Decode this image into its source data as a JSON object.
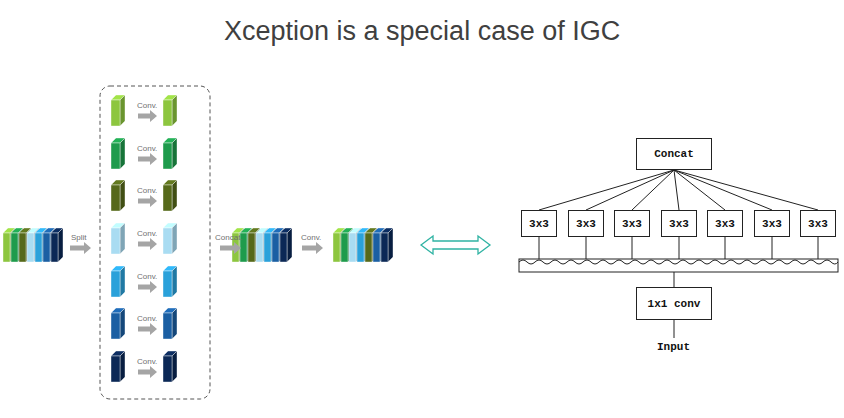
{
  "diagram": {
    "title": "Xception is a special case of IGC",
    "nodes": [
      {
        "text": [
          "Concat"
        ]
      },
      {
        "text": [
          "3x3"
        ]
      },
      {
        "text": [
          "3x3"
        ]
      },
      {
        "text": [
          "3x3"
        ]
      },
      {
        "text": [
          "3x3"
        ]
      },
      {
        "text": [
          "3x3"
        ]
      },
      {
        "text": [
          "3x3"
        ]
      },
      {
        "text": [
          "3x3"
        ]
      },
      {
        "text": [
          "1x1 conv"
        ]
      }
    ],
    "edges": [
      {
        "from": 1,
        "to": 0,
        "arrow": "none"
      },
      {
        "from": 2,
        "to": 0,
        "arrow": "none"
      },
      {
        "from": 3,
        "to": 0,
        "arrow": "none"
      },
      {
        "from": 4,
        "to": 0,
        "arrow": "none"
      },
      {
        "from": 5,
        "to": 0,
        "arrow": "none"
      },
      {
        "from": 6,
        "to": 0,
        "arrow": "none"
      },
      {
        "from": 7,
        "to": 0,
        "arrow": "none"
      }
    ],
    "labels": [
      "Split",
      "Conv.",
      "Conv.",
      "Conv.",
      "Conv.",
      "Conv.",
      "Conv.",
      "Conv.",
      "Concat.",
      "Conv.",
      "Input"
    ]
  }
}
